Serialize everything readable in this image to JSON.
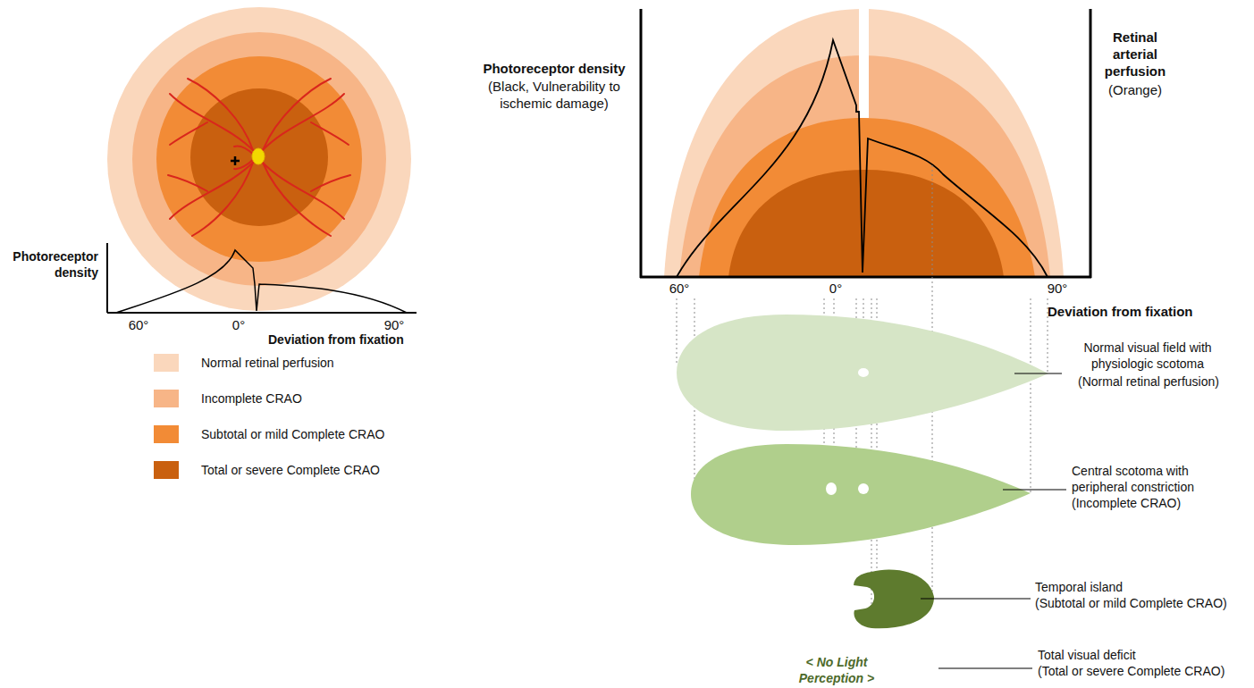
{
  "diagram": {
    "labels": [
      "Photoreceptor density",
      "60°",
      "0°",
      "90°",
      "Deviation from fixation",
      "Photoreceptor density",
      "(Black, Vulnerability to ischemic damage)",
      "Retinal arterial perfusion",
      "(Orange)",
      "60°",
      "0°",
      "90°",
      "Deviation from fixation",
      "Normal visual field with physiologic scotoma",
      "(Normal retinal perfusion)",
      "Central scotoma with peripheral constriction",
      "(Incomplete CRAO)",
      "Temporal island",
      "(Subtotal or mild Complete CRAO)",
      "Total visual deficit",
      "(Total or severe Complete CRAO)",
      "< No Light Perception >"
    ],
    "legend": [
      {
        "text": "Normal retinal perfusion",
        "color": "#fad7bc"
      },
      {
        "text": "Incomplete CRAO",
        "color": "#f7b587"
      },
      {
        "text": "Subtotal or mild Complete CRAO",
        "color": "#f28b36"
      },
      {
        "text": "Total or severe Complete CRAO",
        "color": "#c9600f"
      }
    ]
  }
}
